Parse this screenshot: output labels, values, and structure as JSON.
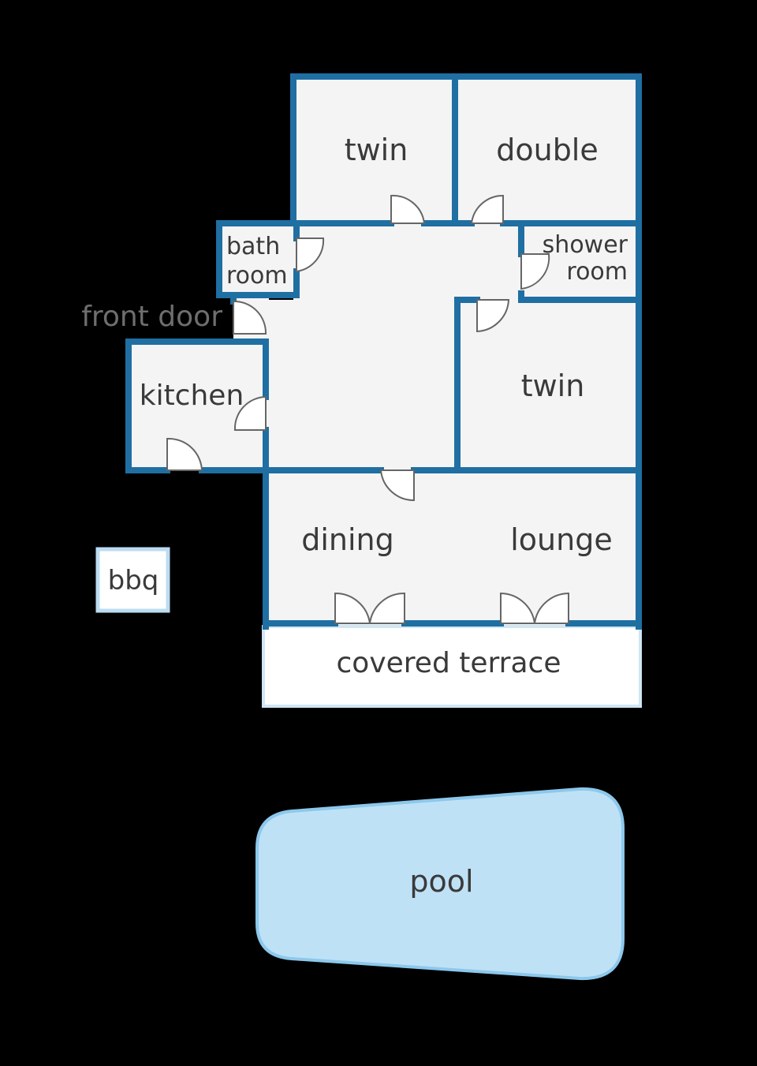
{
  "colors": {
    "background": "#000000",
    "wall": "#1f6fa3",
    "floor": "#f4f4f4",
    "terrace": "#ffffff",
    "pool_fill": "#bfe1f6",
    "pool_edge": "#8cc8ec",
    "label": "#3a3a3a",
    "front_door_label": "#6e6e6e"
  },
  "rooms": {
    "twin_top": "twin",
    "double": "double",
    "bath_room_line1": "bath",
    "bath_room_line2": "room",
    "shower_room_line1": "shower",
    "shower_room_line2": "room",
    "twin_right": "twin",
    "kitchen": "kitchen",
    "dining": "dining",
    "lounge": "lounge",
    "covered_terrace": "covered terrace"
  },
  "outside": {
    "front_door": "front door",
    "bbq": "bbq",
    "pool": "pool"
  }
}
